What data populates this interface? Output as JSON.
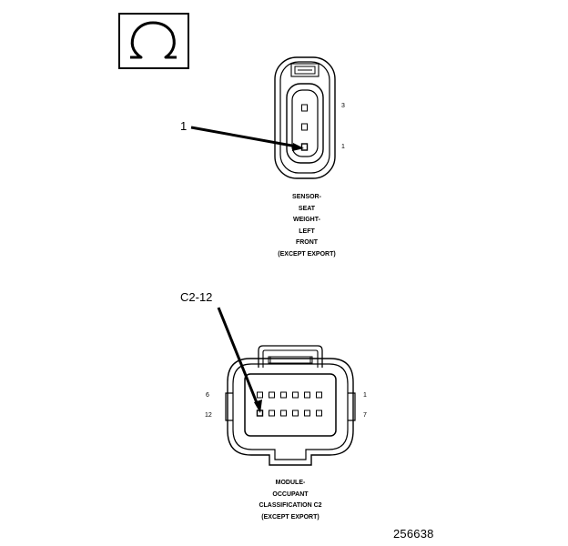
{
  "symbol": {
    "icon": "ohm-icon"
  },
  "sensor": {
    "callout": "1",
    "pins": {
      "top": "3",
      "bottom": "1"
    },
    "caption": [
      "SENSOR-",
      "SEAT",
      "WEIGHT-",
      "LEFT",
      "FRONT",
      "(EXCEPT EXPORT)"
    ]
  },
  "module": {
    "callout": "C2-12",
    "pins": {
      "top_left": "6",
      "bottom_left": "12",
      "top_right": "1",
      "bottom_right": "7"
    },
    "caption": [
      "MODULE-",
      "OCCUPANT",
      "CLASSIFICATION C2",
      "(EXCEPT EXPORT)"
    ]
  },
  "figure_number": "256638"
}
